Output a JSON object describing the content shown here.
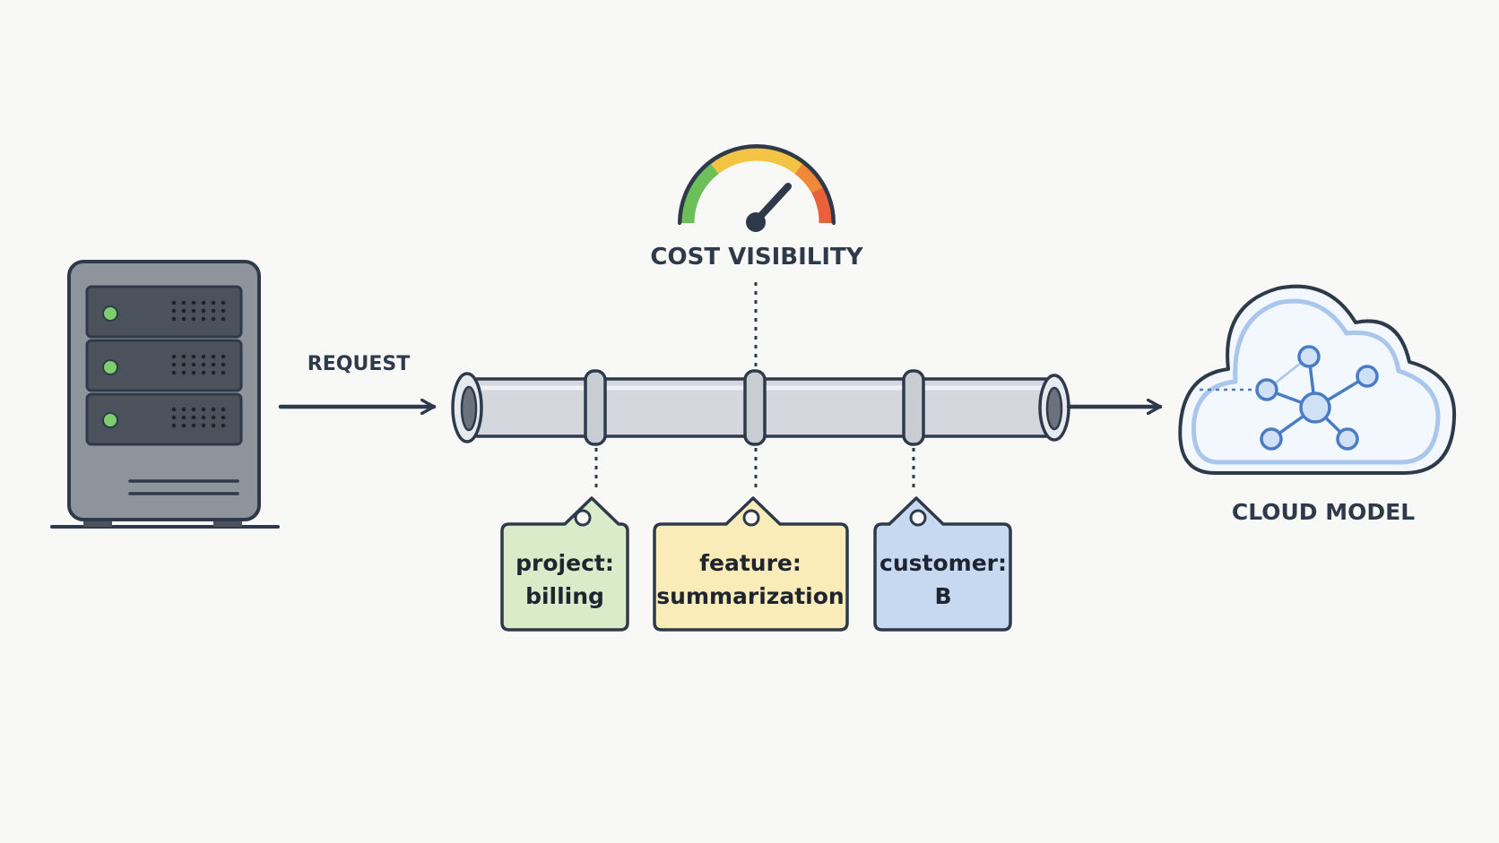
{
  "labels": {
    "request": "REQUEST",
    "cost_visibility": "COST VISIBILITY",
    "cloud_model": "CLOUD MODEL"
  },
  "tags": [
    {
      "line1": "project:",
      "line2": "billing",
      "fill": "#d9ebc9",
      "stroke": "#3f4a3f"
    },
    {
      "line1": "feature:",
      "line2": "summarization",
      "fill": "#faecb8",
      "stroke": "#3f4a3f"
    },
    {
      "line1": "customer:",
      "line2": "B",
      "fill": "#c6d9f1",
      "stroke": "#3f4a3f"
    }
  ],
  "colors": {
    "background": "#f8f8f7",
    "outline": "#2e3a4a",
    "server_body": "#8e949c",
    "server_drive": "#4b525b",
    "led_green": "#7fce6e",
    "pipe": "#d4d8de",
    "cloud_fill": "#f3f8fe",
    "cloud_stroke": "#2e3a4a",
    "network": "#4a7cc4",
    "node_fill": "#cfe0f7",
    "gauge_green": "#6dbf5a",
    "gauge_yellow": "#f3c443",
    "gauge_orange": "#f0883a",
    "gauge_red": "#e9603a"
  }
}
